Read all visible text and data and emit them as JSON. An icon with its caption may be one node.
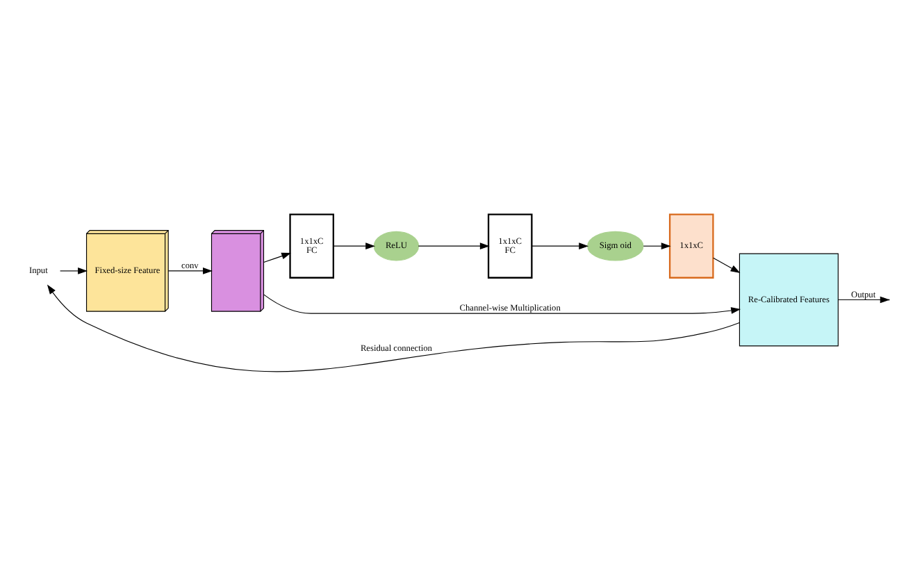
{
  "diagram": {
    "nodes": [
      {
        "text": [
          "Input"
        ]
      },
      {
        "text": [
          "Fixed-size Feature"
        ]
      },
      {
        "text": [],
        "shape": "box"
      },
      {
        "text": [
          "1x1xC",
          "FC"
        ]
      },
      {
        "text": [
          "ReLU"
        ]
      },
      {
        "text": [
          "1x1xC",
          "FC"
        ]
      },
      {
        "text": [
          "Sigm oid"
        ]
      },
      {
        "text": [
          "1x1xC"
        ]
      },
      {
        "text": [
          "Re-Calibrated Features"
        ]
      }
    ],
    "edges": [
      {
        "from": 0,
        "to": 1,
        "arrow": "to"
      },
      {
        "from": 1,
        "to": 2,
        "arrow": "to",
        "label": "conv"
      },
      {
        "from": 2,
        "to": 3,
        "arrow": "to"
      },
      {
        "from": 3,
        "to": 4,
        "arrow": "to"
      },
      {
        "from": 4,
        "to": 5,
        "arrow": "to"
      },
      {
        "from": 5,
        "to": 6,
        "arrow": "to"
      },
      {
        "from": 6,
        "to": 7,
        "arrow": "to"
      },
      {
        "from": 7,
        "to": 8,
        "arrow": "to"
      },
      {
        "from": 2,
        "to": 8,
        "arrow": "to",
        "label": "Channel-wise Multiplication"
      },
      {
        "from": 8,
        "to": null,
        "arrow": "to",
        "label": "Output"
      },
      {
        "from": 8,
        "to": 0,
        "arrow": "to",
        "label": "Residual connection"
      }
    ]
  }
}
